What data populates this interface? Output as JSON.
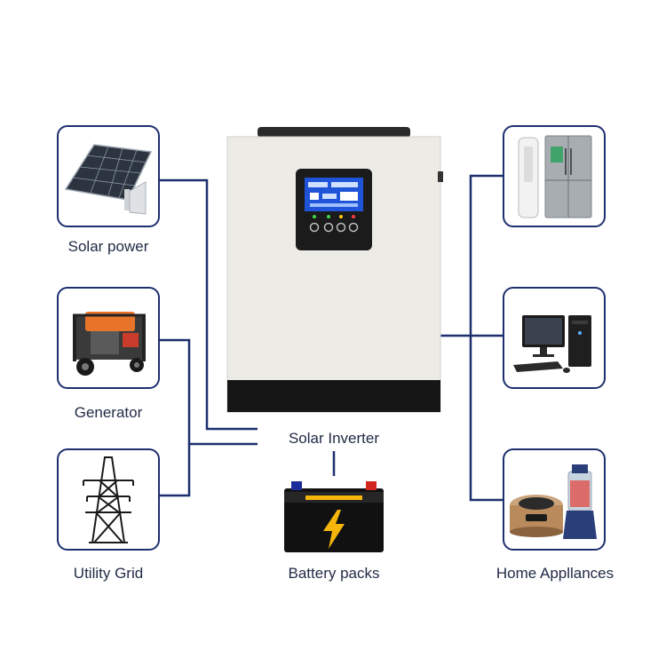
{
  "diagram": {
    "center_label": "Solar Inverter",
    "inputs": [
      {
        "label": "Solar power",
        "icon": "solar-panel-icon"
      },
      {
        "label": "Generator",
        "icon": "generator-icon"
      },
      {
        "label": "Utility Grid",
        "icon": "transmission-tower-icon"
      }
    ],
    "storage": {
      "label": "Battery packs",
      "icon": "battery-icon"
    },
    "outputs": [
      {
        "icon": "air-conditioner-refrigerator-icon"
      },
      {
        "icon": "desktop-computer-icon"
      },
      {
        "icon": "rice-cooker-blender-icon"
      }
    ],
    "outputs_label": "Home Appllances",
    "colors": {
      "wire": "#1d2f6f",
      "box_border": "#1d2f6f",
      "label": "#1f2a44",
      "battery_bolt": "#f5b50a"
    }
  }
}
